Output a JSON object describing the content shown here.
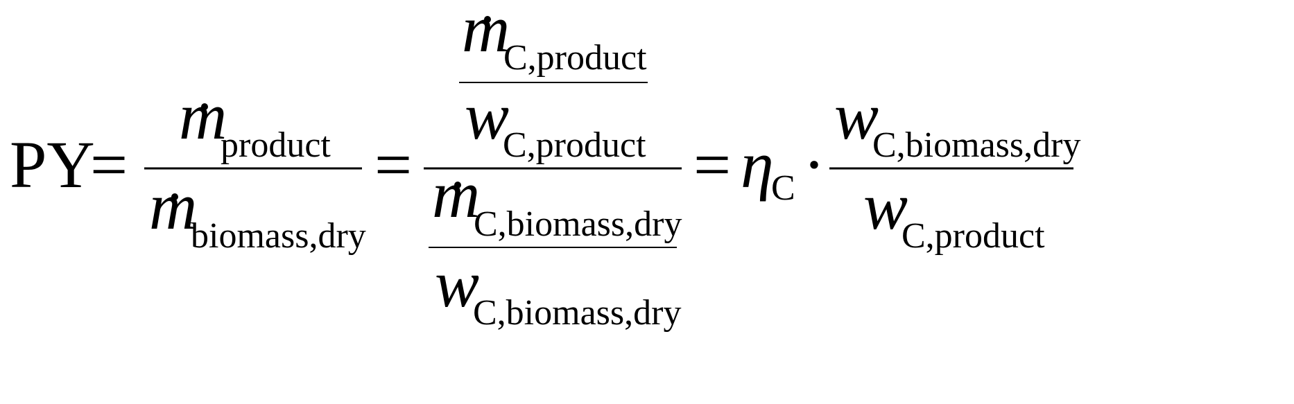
{
  "equation": {
    "lhs": "PY",
    "equals": "=",
    "dot": "·",
    "m": "m",
    "w": "w",
    "eta": "η",
    "C": "C",
    "sub_product": "product",
    "sub_biomass_dry": "biomass,dry",
    "sub_c_product": "C,product",
    "sub_c_biomass_dry": "C,biomass,dry"
  }
}
